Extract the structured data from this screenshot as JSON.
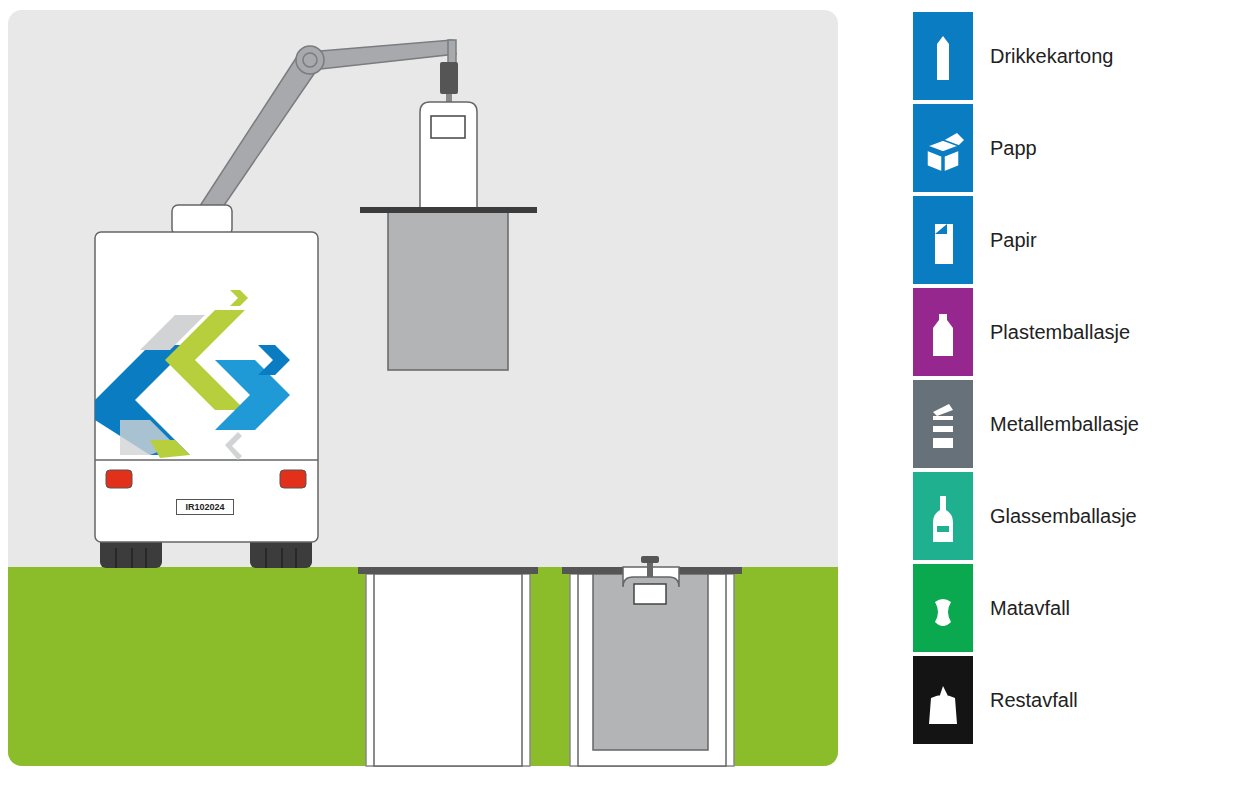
{
  "diagram": {
    "nodes": [
      {
        "text": [
          "IR102024"
        ]
      }
    ],
    "legend": [
      {
        "text": "Drikkekartong",
        "color": "#0a7dc2"
      },
      {
        "text": "Papp",
        "color": "#0a7dc2"
      },
      {
        "text": "Papir",
        "color": "#0a7dc2"
      },
      {
        "text": "Plastemballasje",
        "color": "#96278f"
      },
      {
        "text": "Metallemballasje",
        "color": "#66717a"
      },
      {
        "text": "Glassemballasje",
        "color": "#1fb08f"
      },
      {
        "text": "Matavfall",
        "color": "#0aa84f"
      },
      {
        "text": "Restavfall",
        "color": "#141414"
      }
    ]
  }
}
